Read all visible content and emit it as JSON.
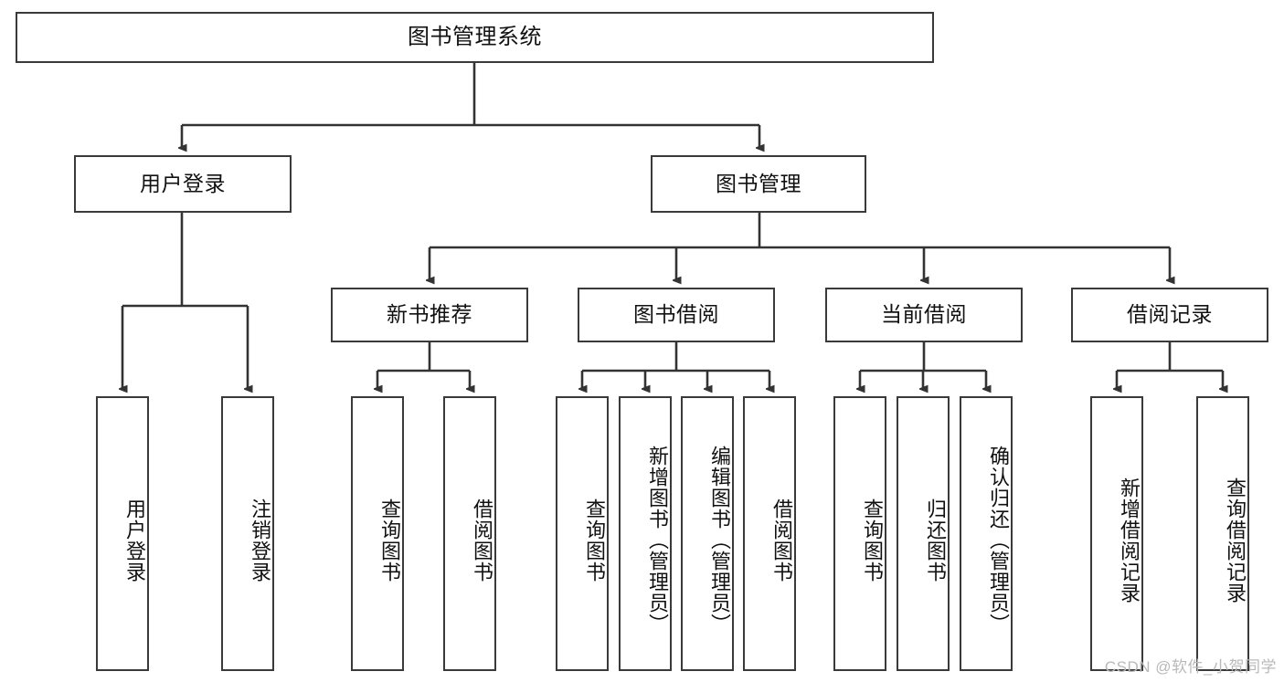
{
  "diagram": {
    "title": "图书管理系统",
    "type": "tree-hierarchy",
    "watermark": "CSDN @软件_小贺同学",
    "colors": {
      "box_border": "#3a3a3a",
      "box_fill": "#ffffff",
      "edge": "#333333",
      "text": "#111111",
      "watermark": "#b9b9b9"
    },
    "root": {
      "label": "图书管理系统"
    },
    "level1": [
      {
        "label": "用户登录"
      },
      {
        "label": "图书管理"
      }
    ],
    "level2": [
      {
        "label": "新书推荐"
      },
      {
        "label": "图书借阅"
      },
      {
        "label": "当前借阅"
      },
      {
        "label": "借阅记录"
      }
    ],
    "leaves_user_login": [
      {
        "label": "用户登录"
      },
      {
        "label": "注销登录"
      }
    ],
    "leaves_new_book": [
      {
        "label": "查询图书"
      },
      {
        "label": "借阅图书"
      }
    ],
    "leaves_borrow": [
      {
        "label": "查询图书"
      },
      {
        "label": "新增图书（管理员）"
      },
      {
        "label": "编辑图书（管理员）"
      },
      {
        "label": "借阅图书"
      }
    ],
    "leaves_current": [
      {
        "label": "查询图书"
      },
      {
        "label": "归还图书"
      },
      {
        "label": "确认归还（管理员）"
      }
    ],
    "leaves_records": [
      {
        "label": "新增借阅记录"
      },
      {
        "label": "查询借阅记录"
      }
    ]
  }
}
